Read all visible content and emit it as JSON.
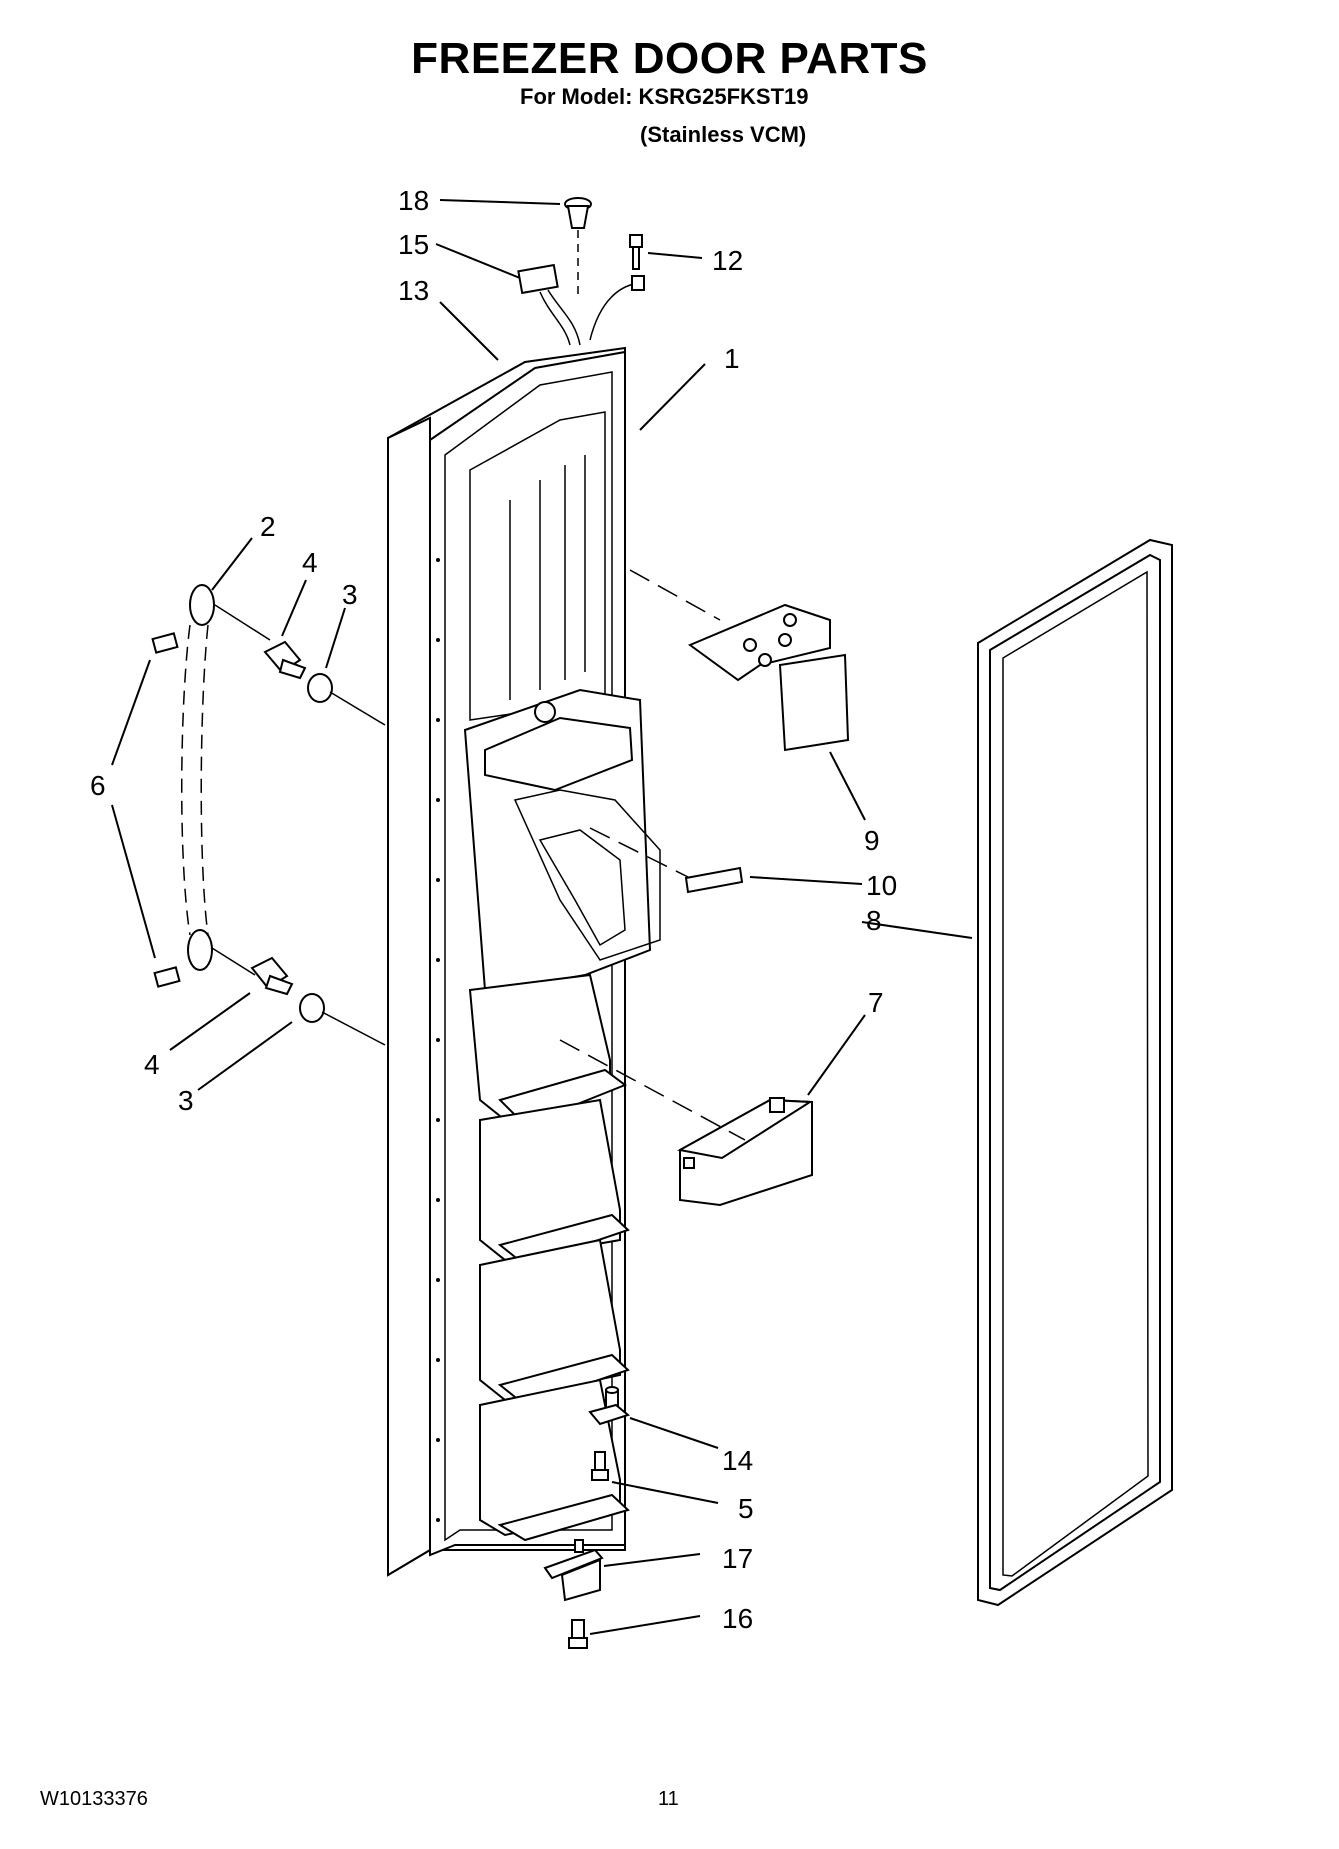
{
  "header": {
    "title": "FREEZER DOOR PARTS",
    "model_line": "For Model: KSRG25FKST19",
    "finish_line": "(Stainless VCM)"
  },
  "footer": {
    "doc_number": "W10133376",
    "page_number": "11"
  },
  "callouts": [
    {
      "id": "c18",
      "label": "18"
    },
    {
      "id": "c15",
      "label": "15"
    },
    {
      "id": "c12",
      "label": "12"
    },
    {
      "id": "c13",
      "label": "13"
    },
    {
      "id": "c1",
      "label": "1"
    },
    {
      "id": "c2",
      "label": "2"
    },
    {
      "id": "c4a",
      "label": "4"
    },
    {
      "id": "c3a",
      "label": "3"
    },
    {
      "id": "c6",
      "label": "6"
    },
    {
      "id": "c9",
      "label": "9"
    },
    {
      "id": "c10",
      "label": "10"
    },
    {
      "id": "c8",
      "label": "8"
    },
    {
      "id": "c7",
      "label": "7"
    },
    {
      "id": "c4b",
      "label": "4"
    },
    {
      "id": "c3b",
      "label": "3"
    },
    {
      "id": "c14",
      "label": "14"
    },
    {
      "id": "c5",
      "label": "5"
    },
    {
      "id": "c17",
      "label": "17"
    },
    {
      "id": "c16",
      "label": "16"
    }
  ]
}
